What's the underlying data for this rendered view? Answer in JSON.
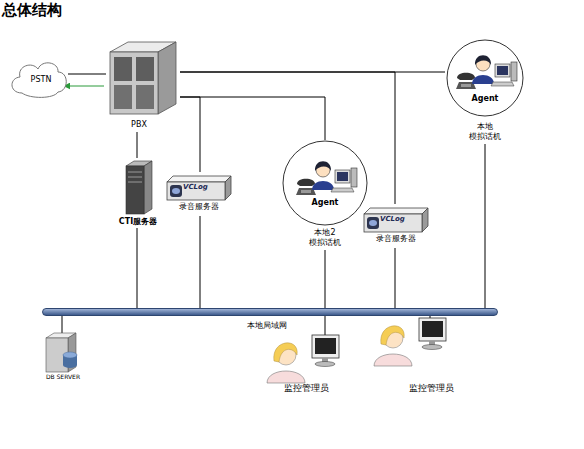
{
  "diagram": {
    "title": "总体结构",
    "nodes": [
      {
        "text": [
          "PSTN"
        ]
      },
      {
        "text": [
          "PBX"
        ]
      },
      {
        "text": [
          "CTI服务器"
        ]
      },
      {
        "text": [
          "VCLog",
          "录音服务器"
        ]
      },
      {
        "text": [
          "Agent",
          "本地 模拟话机"
        ]
      },
      {
        "text": [
          "Agent",
          "本地2 模拟话机"
        ]
      },
      {
        "text": [
          "VCLog",
          "录音服务器"
        ]
      },
      {
        "text": [
          "本地局域网"
        ]
      },
      {
        "text": [
          "DB SERVER"
        ]
      },
      {
        "text": [
          "监控管理员"
        ]
      },
      {
        "text": [
          "监控管理员"
        ]
      }
    ],
    "edges": [
      {
        "from": 1,
        "to": 0,
        "arrow": "to"
      },
      {
        "from": 1,
        "to": 4,
        "arrow": "none"
      },
      {
        "from": 1,
        "to": 6,
        "arrow": "none"
      },
      {
        "from": 1,
        "to": 5,
        "arrow": "none"
      },
      {
        "from": 1,
        "to": 3,
        "arrow": "none"
      },
      {
        "from": 1,
        "to": 2,
        "arrow": "none"
      },
      {
        "from": 2,
        "to": 7,
        "arrow": "none"
      },
      {
        "from": 3,
        "to": 7,
        "arrow": "none"
      },
      {
        "from": 5,
        "to": 7,
        "arrow": "none"
      },
      {
        "from": 6,
        "to": 7,
        "arrow": "none"
      },
      {
        "from": 4,
        "to": 7,
        "arrow": "none"
      },
      {
        "from": 7,
        "to": 8,
        "arrow": "none"
      },
      {
        "from": 7,
        "to": 9,
        "arrow": "none"
      },
      {
        "from": 7,
        "to": 10,
        "arrow": "none"
      }
    ]
  }
}
